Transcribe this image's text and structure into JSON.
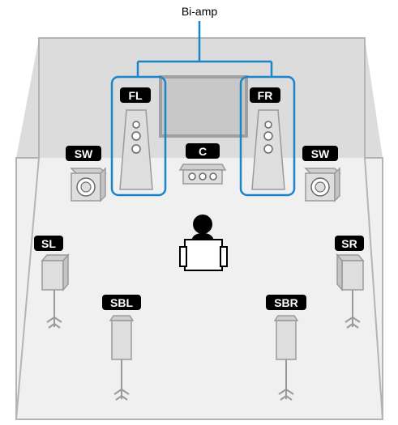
{
  "caption": "Bi-amp",
  "colors": {
    "room_floor": "#f0f0f0",
    "room_wall": "#dcdcdc",
    "room_border": "#b4b4b4",
    "bracket": "#1a86c8",
    "badge": "#000000",
    "badge_text": "#ffffff",
    "speaker_fill": "#dedede",
    "speaker_dark": "#9a9a9a",
    "tv_fill": "#c8c8c8"
  },
  "speakers": {
    "fl": {
      "label": "FL",
      "icon": "tower-speaker-icon"
    },
    "fr": {
      "label": "FR",
      "icon": "tower-speaker-icon"
    },
    "c": {
      "label": "C",
      "icon": "center-speaker-icon"
    },
    "sw_left": {
      "label": "SW",
      "icon": "subwoofer-icon"
    },
    "sw_right": {
      "label": "SW",
      "icon": "subwoofer-icon"
    },
    "sl": {
      "label": "SL",
      "icon": "surround-speaker-icon"
    },
    "sr": {
      "label": "SR",
      "icon": "surround-speaker-icon"
    },
    "sbl": {
      "label": "SBL",
      "icon": "surround-back-speaker-icon"
    },
    "sbr": {
      "label": "SBR",
      "icon": "surround-back-speaker-icon"
    }
  },
  "icons": {
    "tv": "tv-screen-icon",
    "listener": "listener-icon"
  }
}
